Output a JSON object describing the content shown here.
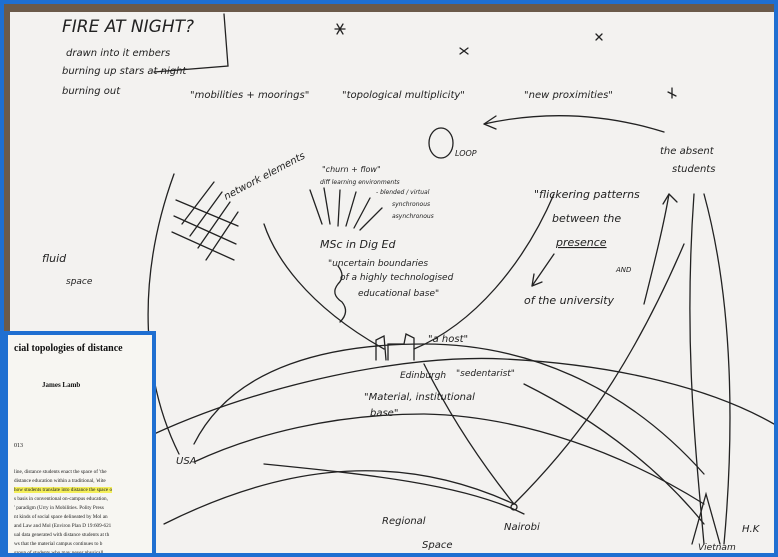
{
  "notes": {
    "title": "FIRE AT NIGHT?",
    "subtitle_lines": [
      "drawn into it embers",
      "burning up stars at night",
      "burning out"
    ],
    "quote_mobilities": "\"mobilities + moorings\"",
    "quote_topological": "\"topological multiplicity\"",
    "quote_proximities": "\"new proximities\"",
    "loop": "LOOP",
    "absent_students": [
      "the absent",
      "students"
    ],
    "network_elements": "network elements",
    "churn_flow": "\"churn + flow\"",
    "diff_learning": [
      "diff learning environments",
      "- blended / virtual",
      "synchronous",
      "asynchronous"
    ],
    "flickering": [
      "\"flickering patterns",
      "between the",
      "presence",
      "of the university"
    ],
    "and_label": "AND",
    "fluid_space": [
      "fluid",
      "space"
    ],
    "msc": "MSc in Dig Ed",
    "uncertain": [
      "\"uncertain boundaries",
      "of a highly technologised",
      "educational base\""
    ],
    "a_host": "\"a host\"",
    "edinburgh": "Edinburgh",
    "sedentarist": "\"sedentarist\"",
    "material": [
      "\"Material, institutional",
      "base\""
    ],
    "usa": "USA",
    "regional_space": [
      "Regional",
      "Space"
    ],
    "nairobi": "Nairobi",
    "hk": "H.K",
    "vietnam": "Vietnam"
  },
  "inset": {
    "title": "cial topologies of distance",
    "author": "James Lamb",
    "year": "013",
    "lines": [
      "line, distance students enact the space of 'the",
      "distance education within a traditional, 'elite",
      "how students translate into distance the space o",
      "s basis in conventional on-campus education,",
      "' paradigm (Urry in Mobilities. Polity Press",
      "nt kinds of social space delineated by Mol an",
      "and Law and Mol (Environ Plan D 19:609-621",
      "ual data generated with distance students at th",
      "ws that the material campus continues to b",
      "group of students who may never physicall"
    ]
  }
}
